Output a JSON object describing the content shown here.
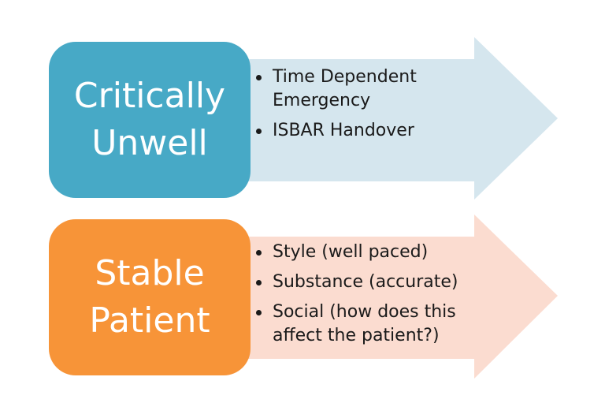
{
  "diagram": {
    "top": {
      "box_lines": [
        "Critically",
        "Unwell"
      ],
      "bullets": [
        "Time Dependent Emergency",
        "ISBAR Handover"
      ],
      "box_color": "#47a9c6",
      "arrow_color": "#d5e6ee"
    },
    "bottom": {
      "box_lines": [
        "Stable",
        "Patient"
      ],
      "bullets": [
        "Style (well paced)",
        "Substance (accurate)",
        "Social (how does this affect the patient?)"
      ],
      "box_color": "#f79438",
      "arrow_color": "#fbdcd0"
    }
  }
}
